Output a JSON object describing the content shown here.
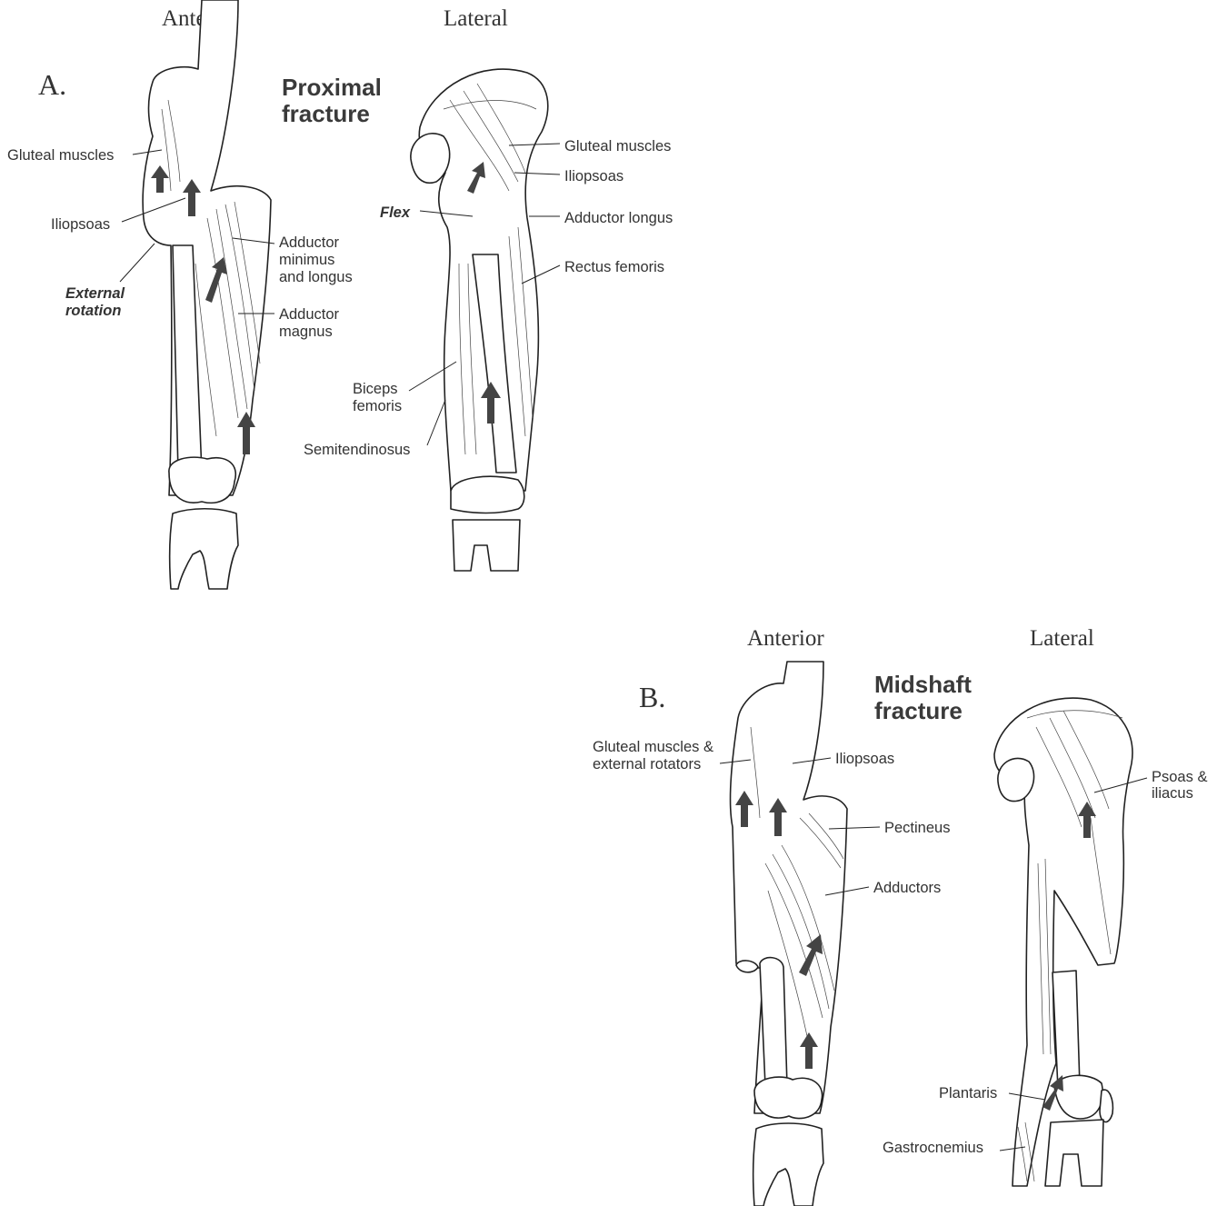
{
  "panel_a": {
    "letter": "A.",
    "title_line1": "Proximal",
    "title_line2": "fracture",
    "anterior_view": {
      "heading": "Anterior",
      "labels": {
        "gluteal_muscles": "Gluteal muscles",
        "iliopsoas": "Iliopsoas",
        "external_rotation_1": "External",
        "external_rotation_2": "rotation",
        "adductor_minimus_1": "Adductor",
        "adductor_minimus_2": "minimus",
        "adductor_minimus_3": "and longus",
        "adductor_magnus_1": "Adductor",
        "adductor_magnus_2": "magnus"
      }
    },
    "lateral_view": {
      "heading": "Lateral",
      "labels": {
        "gluteal_muscles": "Gluteal muscles",
        "iliopsoas": "Iliopsoas",
        "flex": "Flex",
        "adductor_longus": "Adductor longus",
        "rectus_femoris": "Rectus femoris",
        "biceps_femoris_1": "Biceps",
        "biceps_femoris_2": "femoris",
        "semitendinosus": "Semitendinosus"
      }
    }
  },
  "panel_b": {
    "letter": "B.",
    "title_line1": "Midshaft",
    "title_line2": "fracture",
    "anterior_view": {
      "heading": "Anterior",
      "labels": {
        "gluteal_1": "Gluteal muscles &",
        "gluteal_2": "external rotators",
        "iliopsoas": "Iliopsoas",
        "pectineus": "Pectineus",
        "adductors": "Adductors"
      }
    },
    "lateral_view": {
      "heading": "Lateral",
      "labels": {
        "psoas_1": "Psoas &",
        "psoas_2": "iliacus",
        "plantaris": "Plantaris",
        "gastrocnemius": "Gastrocnemius"
      }
    }
  }
}
